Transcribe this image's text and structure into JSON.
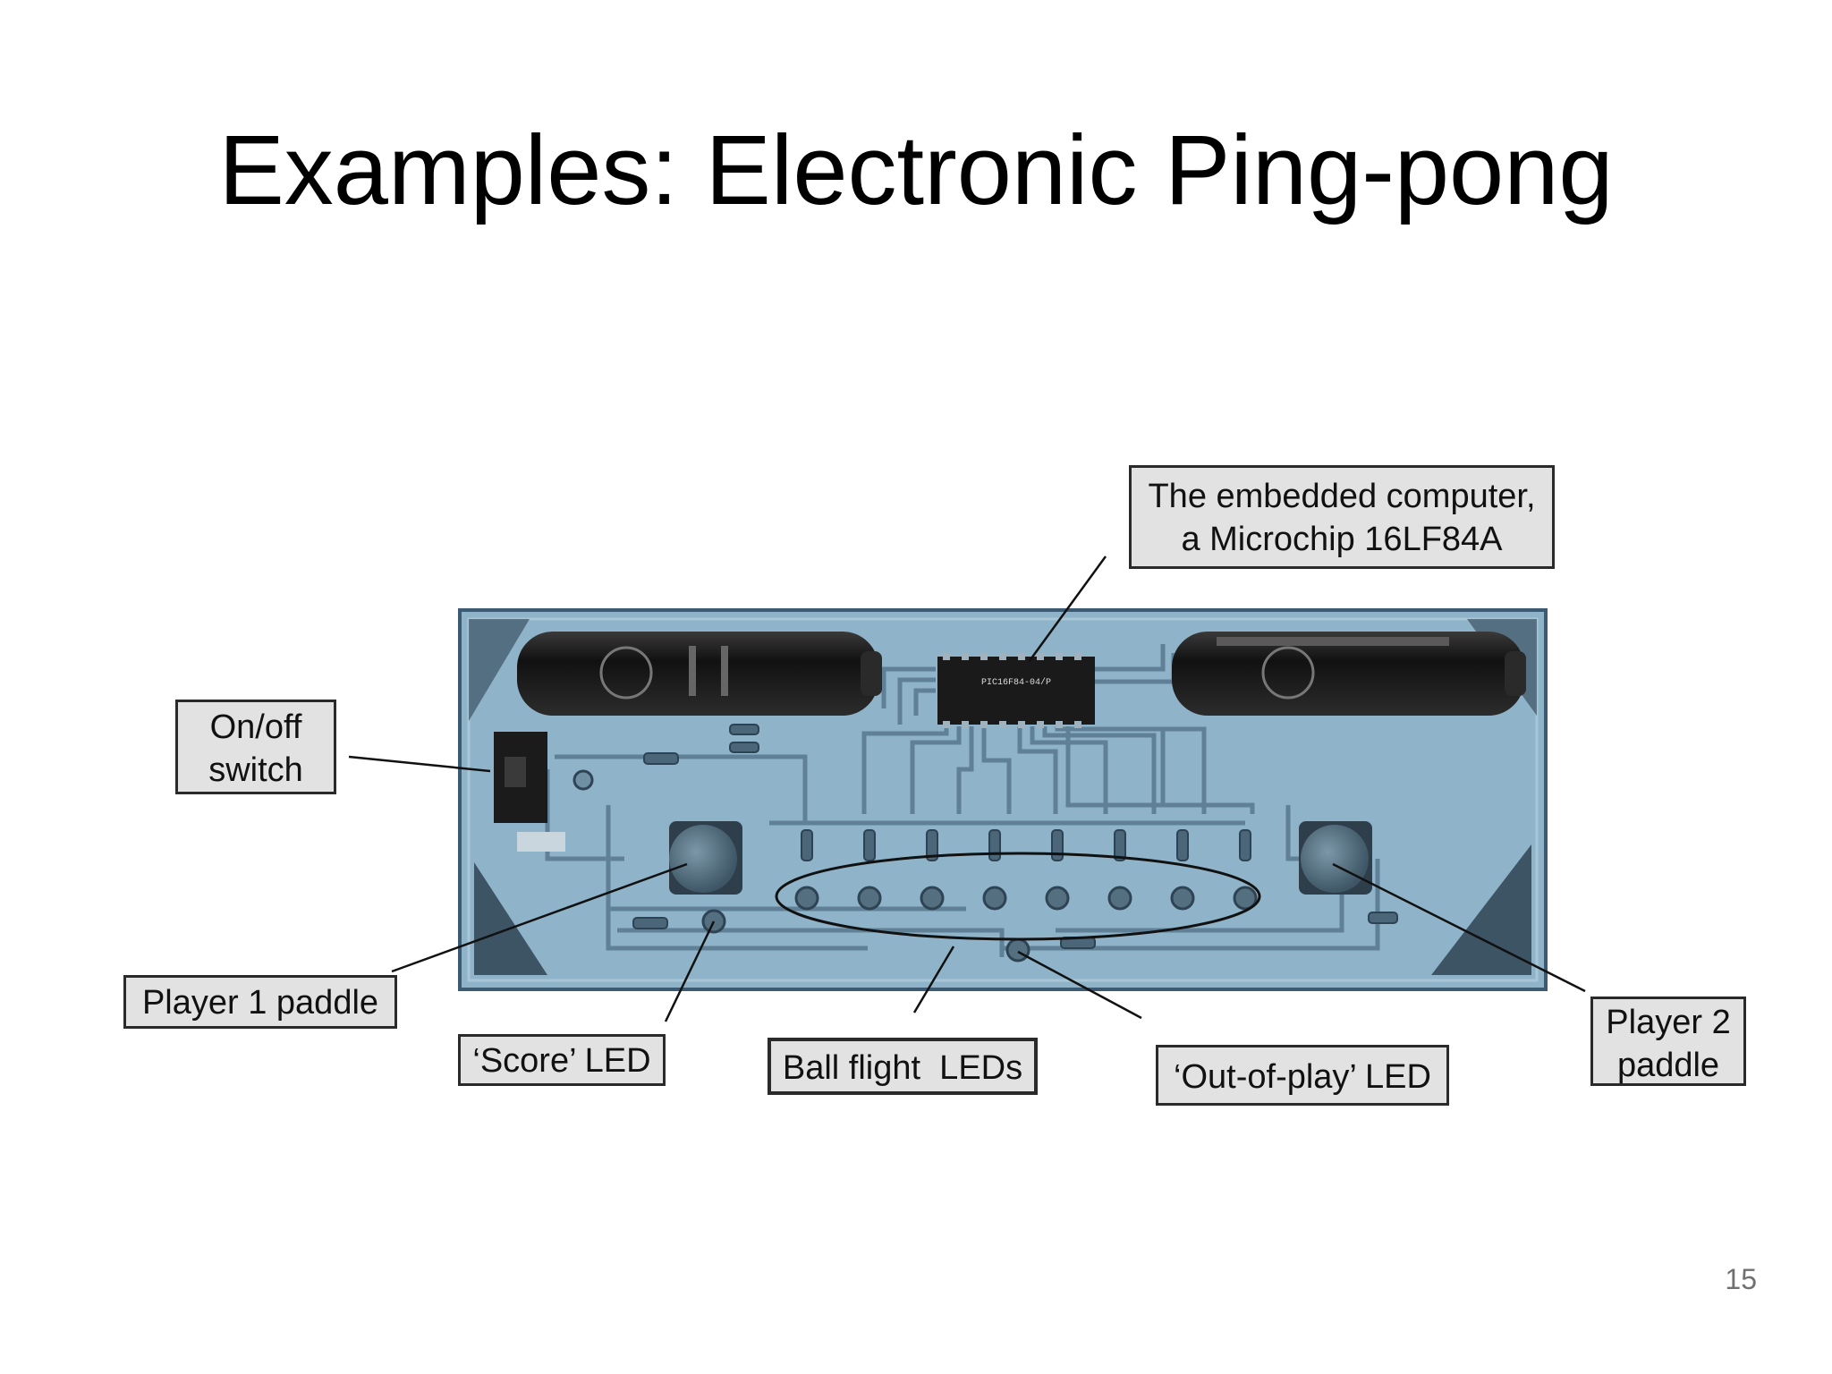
{
  "slide": {
    "title": "Examples: Electronic Ping-pong",
    "page_number": "15"
  },
  "labels": {
    "embedded_computer_line1": "The embedded computer,",
    "embedded_computer_line2": "a Microchip 16LF84A",
    "on_off_line1": "On/off",
    "on_off_line2": "switch",
    "player1_paddle": "Player 1 paddle",
    "player2_line1": "Player 2",
    "player2_line2": "paddle",
    "score_led": "‘Score’ LED",
    "ball_flight_leds": "Ball flight  LEDs",
    "out_of_play_led": "‘Out-of-play’ LED"
  },
  "board": {
    "chip_marking": "PIC16F84-04/P",
    "ball_flight_led_count": 8,
    "colors": {
      "board": "#8fb3c8",
      "board_border": "#3d5a73",
      "trace": "#5f8096",
      "battery": "#1e1e1e",
      "paddle": "#4e6878",
      "callout_bg": "#e2e2e2"
    }
  }
}
